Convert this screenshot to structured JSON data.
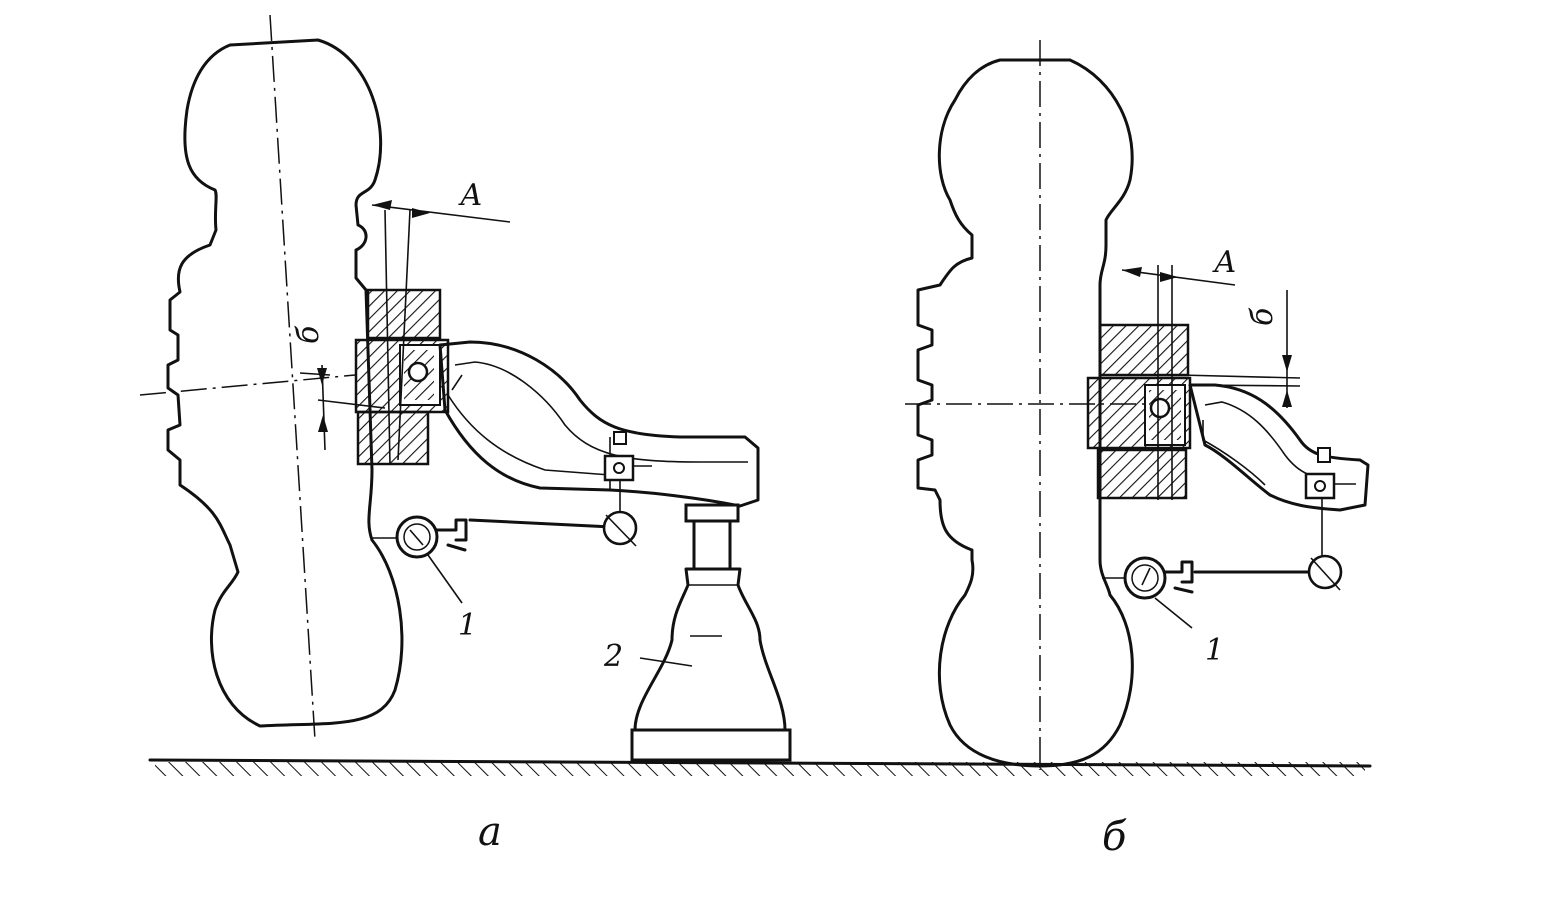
{
  "figure": {
    "panels": [
      {
        "id": "a",
        "caption": "а"
      },
      {
        "id": "b",
        "caption": "б"
      }
    ],
    "labels": {
      "dimension_a": "А",
      "dimension_b": "б",
      "callout_1": "1",
      "callout_2": "2"
    },
    "colors": {
      "ink": "#111111",
      "paper": "#ffffff"
    }
  }
}
